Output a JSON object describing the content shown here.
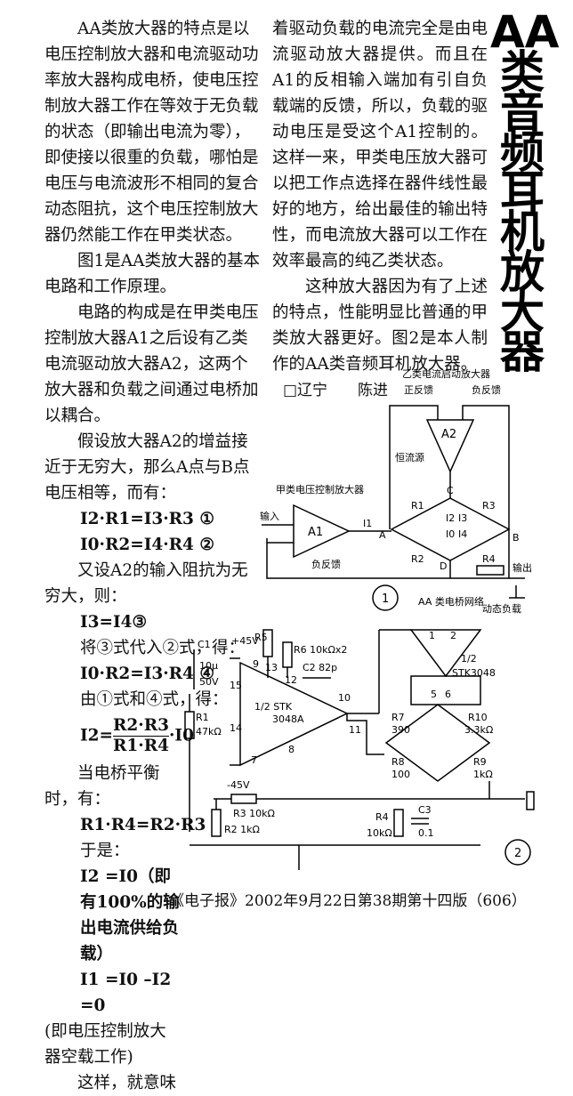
{
  "headline": [
    "AA",
    "类",
    "音",
    "频",
    "耳",
    "机",
    "放",
    "大",
    "器"
  ],
  "left_paragraphs": [
    "AA类放大器的特点是以电压控制放大器和电流驱动功率放大器构成电桥，使电压控制放大器工作在等效于无负载的状态（即输出电流为零），即使接以很重的负载，哪怕是电压与电流波形不相同的复合动态阻抗，这个电压控制放大器仍然能工作在甲类状态。",
    "图1是AA类放大器的基本电路和工作原理。",
    "电路的构成是在甲类电压控制放大器A1之后设有乙类电流驱动放大器A2，这两个放大器和负载之间通过电桥加以耦合。",
    "假设放大器A2的增益接近于无穷大，那么A点与B点电压相等，而有："
  ],
  "equations": {
    "eq1": "I2·R1=I3·R3 ①",
    "eq2": "I0·R2=I4·R4 ②",
    "text_a2": "又设A2的输入阻抗为无穷大，则：",
    "eq3": "I3=I4③",
    "text_sub": "将③式代入②式，得：",
    "eq4": "I0·R2=I3·R4 ④",
    "text_from": "由①式和④式，得：",
    "eq5_lhs": "I2=",
    "eq5_num": "R2·R3",
    "eq5_den": "R1·R4",
    "eq5_rhs": "·I0",
    "text_balance": "当电桥平衡时，有：",
    "eq6": "R1·R4=R2·R3",
    "text_then": "于是：",
    "eq7": "I2 =I0（即有100%的输出电流供给负载）",
    "eq8": "I1 =I0 –I2 =0",
    "text_noload": "(即电压控制放大器空载工作)",
    "text_end": "这样，就意味"
  },
  "right_paragraphs": [
    "着驱动负载的电流完全是由电流驱动放大器提供。而且在A1的反相输入端加有引自负载端的反馈，所以，负载的驱动电压是受这个A1控制的。这样一来，甲类电压放大器可以把工作点选择在器件线性最好的地方，给出最佳的输出特性，而电流放大器可以工作在效率最高的纯乙类状态。",
    "这种放大器因为有了上述的特点，性能明显比普通的甲类放大器更好。图2是本人制作的AA类音频耳机放大器。"
  ],
  "byline": "□辽宁　　陈进",
  "figure1": {
    "title_top": "乙类电流启动放大器",
    "pos_fb": "正反馈",
    "neg_fb_top": "负反馈",
    "current_source": "恒流源",
    "title_a1": "甲类电压控制放大器",
    "input": "输入",
    "a1": "A1",
    "a2": "A2",
    "neg_fb": "负反馈",
    "i1": "I1",
    "i2": "I2",
    "i3": "I3",
    "i0": "I0",
    "i4": "I4",
    "r1": "R1",
    "r2": "R2",
    "r3": "R3",
    "r4": "R4",
    "node_a": "A",
    "node_b": "B",
    "node_c": "C",
    "node_d": "D",
    "output": "输出",
    "bridge_network": "AA\n类电桥网络",
    "dyn_load": "动态负载",
    "fig_no": "1"
  },
  "figure2": {
    "v_pos": "+45V",
    "v_neg": "-45V",
    "c1": "C1",
    "c1v": "10μ",
    "c1u": "50V",
    "r1": "R1",
    "r1v": "47kΩ",
    "r5": "R5",
    "r6": "R6 10kΩx2",
    "c2": "C2 82p",
    "chip": "1/2 STK",
    "chip2": "3048A",
    "chip_b1": "1/2",
    "chip_b2": "STK3048",
    "pin9": "9",
    "pin13": "13",
    "pin12": "12",
    "pin10": "10",
    "pin11": "11",
    "pin15": "15",
    "pin14": "14",
    "pin7": "7",
    "pin8": "8",
    "pin1": "1",
    "pin2": "2",
    "pin5": "5",
    "pin6": "6",
    "r3": "R3 10kΩ",
    "r2": "R2 1kΩ",
    "r4": "R4",
    "r4v": "10kΩ",
    "c3": "C3",
    "c3v": "0.1",
    "r7": "R7",
    "r7v": "390",
    "r10": "R10",
    "r10v": "3.3kΩ",
    "r8": "R8",
    "r8v": "100",
    "r9": "R9",
    "r9v": "1kΩ",
    "fig_no": "2"
  },
  "footer": "《电子报》2002年9月22日第38期第十四版（606）"
}
